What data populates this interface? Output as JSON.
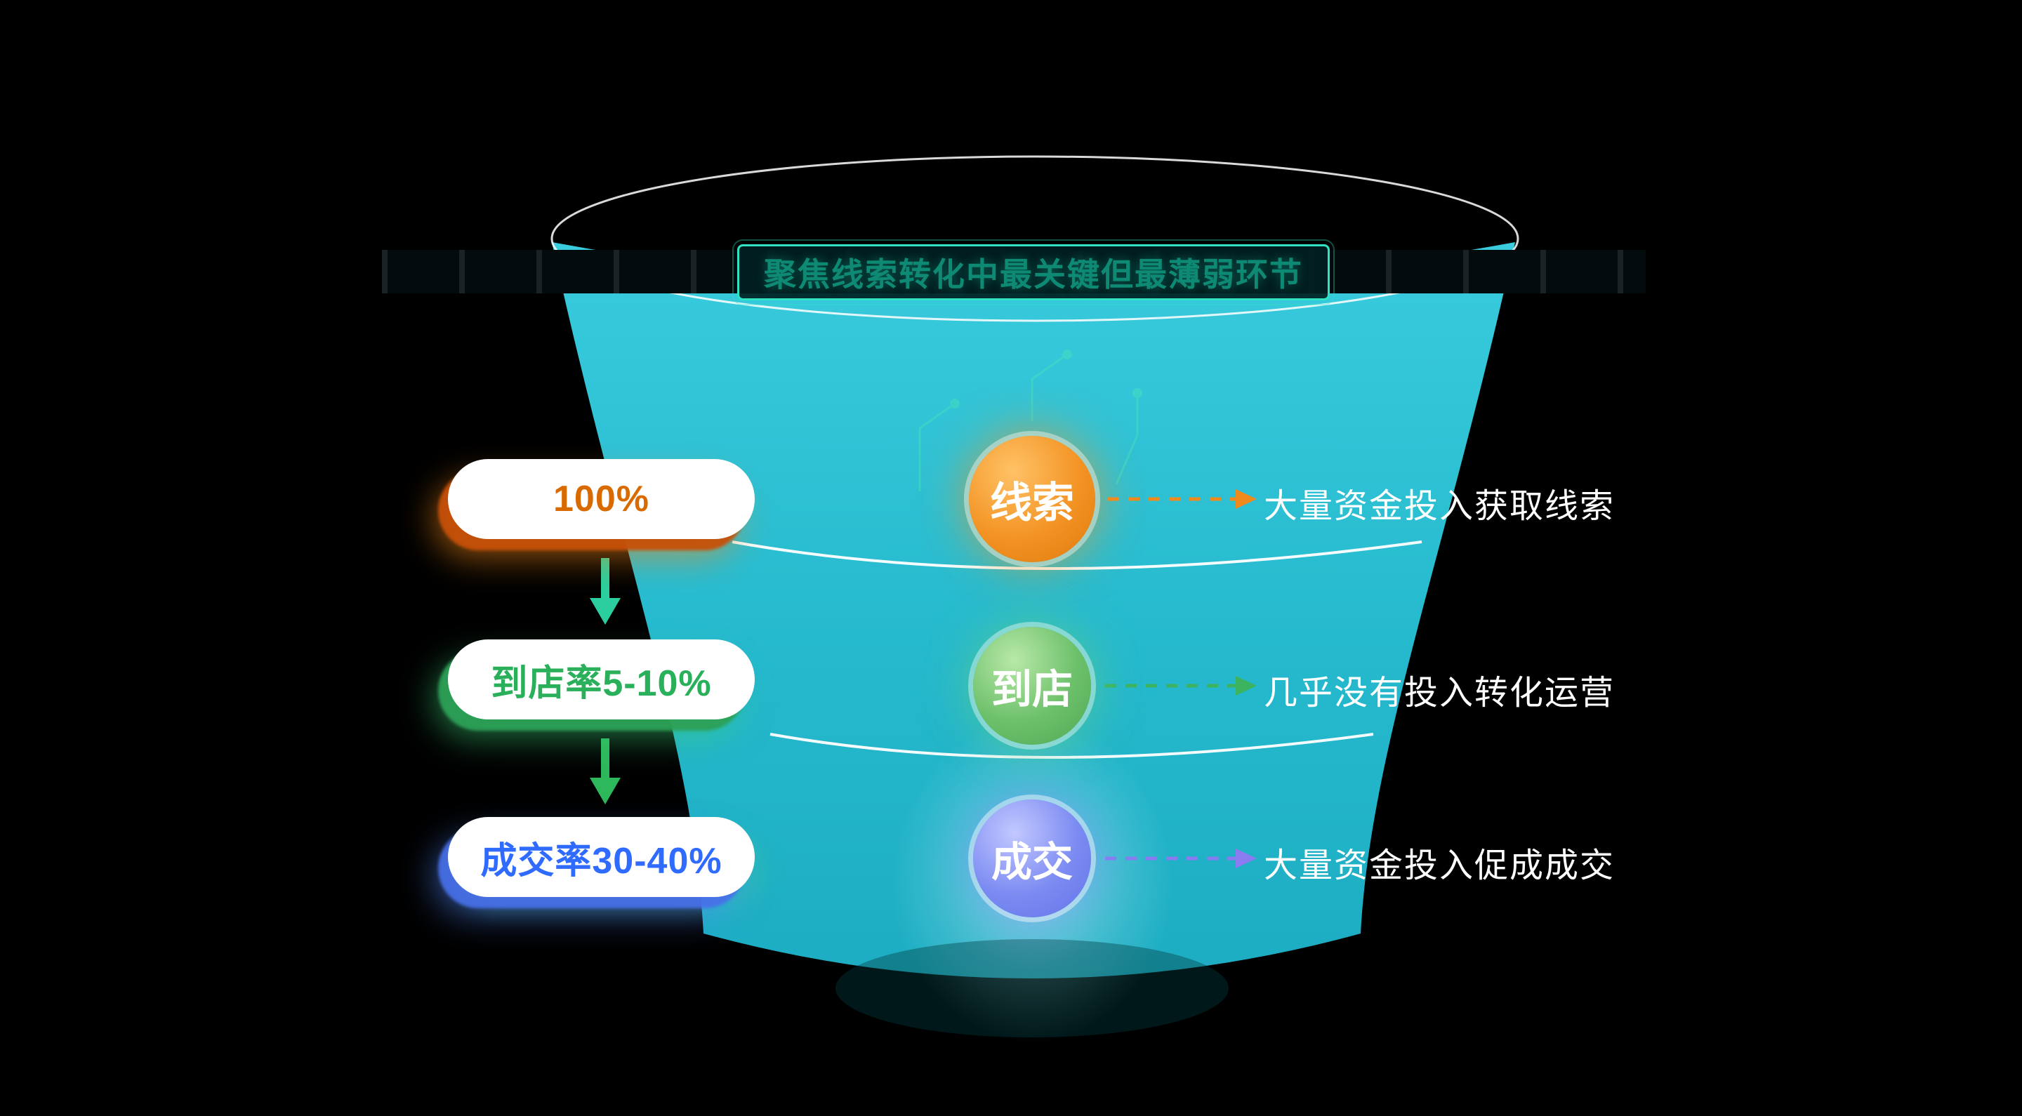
{
  "header": {
    "title": "聚焦线索转化中最关键但最薄弱环节"
  },
  "stages": [
    {
      "id": "leads",
      "circle_label": "线索",
      "pill_label": "100%",
      "annotation": "大量资金投入获取线索",
      "accent": "#f08a1d"
    },
    {
      "id": "visit",
      "circle_label": "到店",
      "pill_label": "到店率5-10%",
      "annotation": "几乎没有投入转化运营",
      "accent": "#3cb45f"
    },
    {
      "id": "deal",
      "circle_label": "成交",
      "pill_label": "成交率30-40%",
      "annotation": "大量资金投入促成成交",
      "accent": "#6b7bf0"
    }
  ],
  "colors": {
    "background": "#000000",
    "funnel_body": "#2fc8dc",
    "title_accent": "#2fe3c3",
    "pill_leads_text": "#d96a00",
    "pill_visit_text": "#2aaf5a",
    "pill_deal_text": "#2f6bff"
  }
}
